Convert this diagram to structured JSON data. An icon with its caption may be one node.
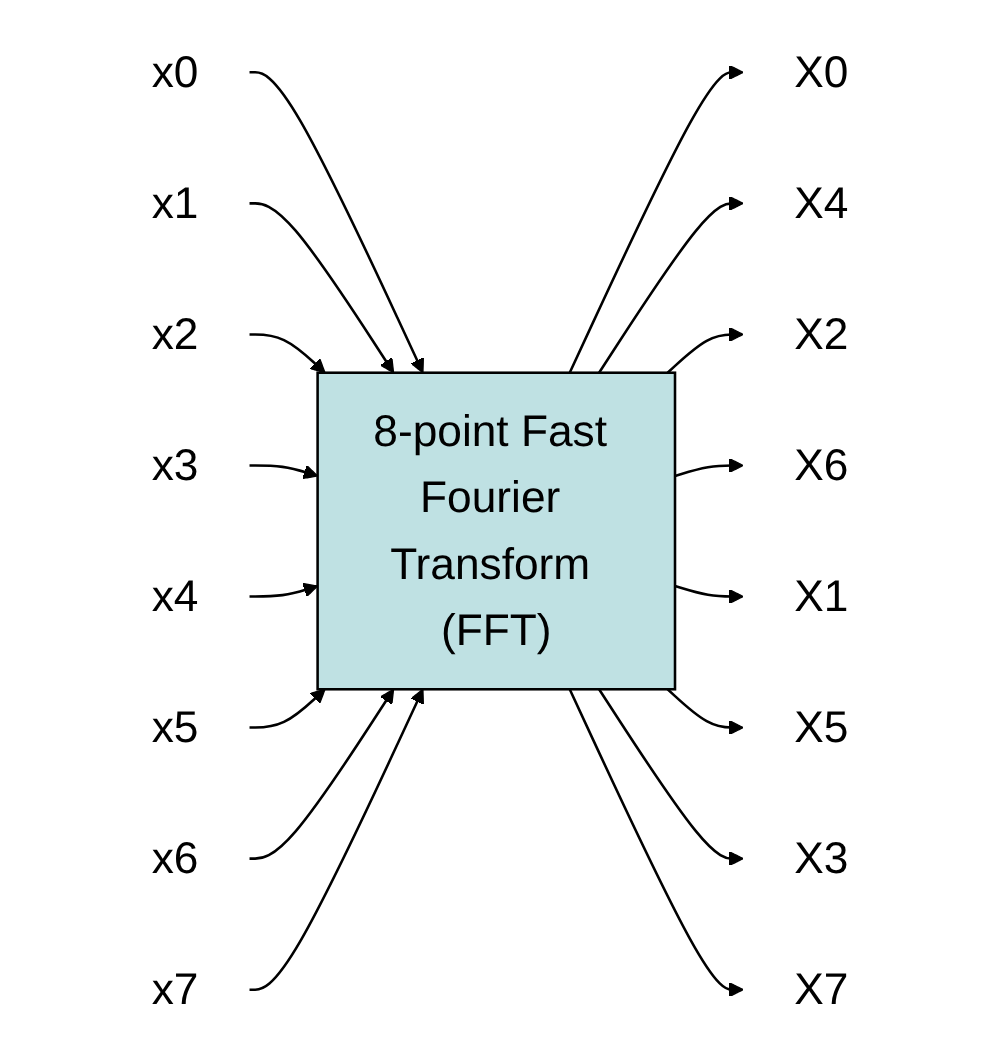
{
  "diagram": {
    "nodes": [
      {
        "text": [
          "x0"
        ]
      },
      {
        "text": [
          "x1"
        ]
      },
      {
        "text": [
          "x2"
        ]
      },
      {
        "text": [
          "x3"
        ]
      },
      {
        "text": [
          "x4"
        ]
      },
      {
        "text": [
          "x5"
        ]
      },
      {
        "text": [
          "x6"
        ]
      },
      {
        "text": [
          "x7"
        ]
      },
      {
        "text": [
          "8-point Fast Fourier Transform (FFT)"
        ]
      },
      {
        "text": [
          "X0"
        ]
      },
      {
        "text": [
          "X4"
        ]
      },
      {
        "text": [
          "X2"
        ]
      },
      {
        "text": [
          "X6"
        ]
      },
      {
        "text": [
          "X1"
        ]
      },
      {
        "text": [
          "X5"
        ]
      },
      {
        "text": [
          "X3"
        ]
      },
      {
        "text": [
          "X7"
        ]
      }
    ],
    "edges": [
      {
        "from": 0,
        "to": 8,
        "arrow": "to"
      },
      {
        "from": 1,
        "to": 8,
        "arrow": "to"
      },
      {
        "from": 2,
        "to": 8,
        "arrow": "to"
      },
      {
        "from": 3,
        "to": 8,
        "arrow": "to"
      },
      {
        "from": 4,
        "to": 8,
        "arrow": "to"
      },
      {
        "from": 5,
        "to": 8,
        "arrow": "to"
      },
      {
        "from": 6,
        "to": 8,
        "arrow": "to"
      },
      {
        "from": 7,
        "to": 8,
        "arrow": "to"
      },
      {
        "from": 8,
        "to": 9,
        "arrow": "to"
      },
      {
        "from": 8,
        "to": 10,
        "arrow": "to"
      },
      {
        "from": 8,
        "to": 11,
        "arrow": "to"
      },
      {
        "from": 8,
        "to": 12,
        "arrow": "to"
      },
      {
        "from": 8,
        "to": 13,
        "arrow": "to"
      },
      {
        "from": 8,
        "to": 14,
        "arrow": "to"
      },
      {
        "from": 8,
        "to": 15,
        "arrow": "to"
      },
      {
        "from": 8,
        "to": 16,
        "arrow": "to"
      }
    ]
  }
}
